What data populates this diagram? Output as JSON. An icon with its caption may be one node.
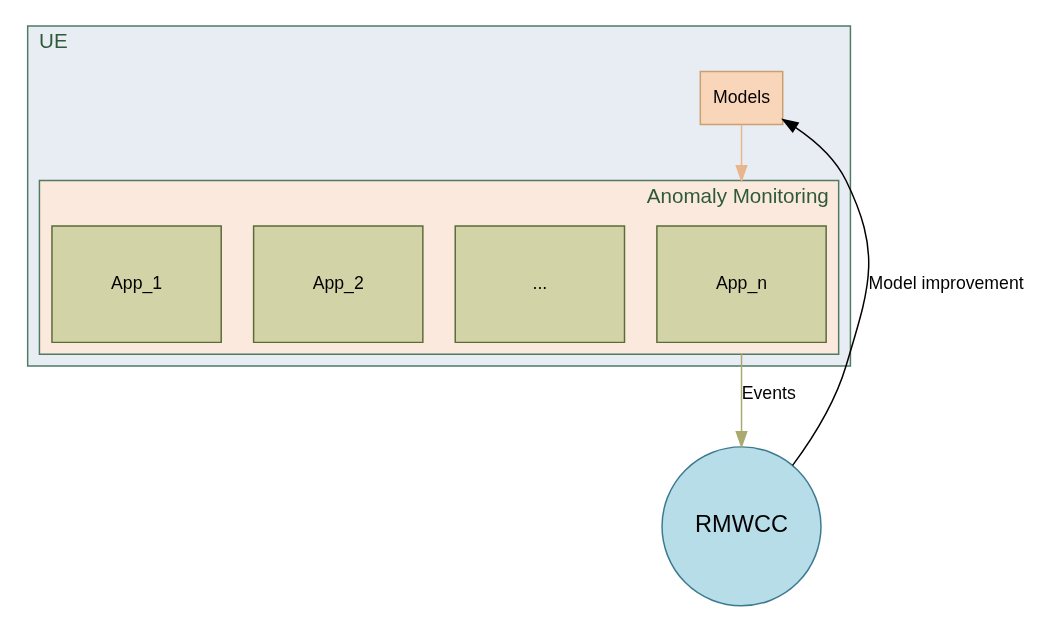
{
  "diagram": {
    "nodes": [
      {
        "text": [
          "UE"
        ]
      },
      {
        "text": [
          "Models"
        ],
        "in": 0
      },
      {
        "text": [
          "Anomaly Monitoring"
        ],
        "in": 0
      },
      {
        "text": [
          "App_n"
        ],
        "in": 2
      },
      {
        "text": [
          "..."
        ],
        "in": 2
      },
      {
        "text": [
          "App_2"
        ],
        "in": 2
      },
      {
        "text": [
          "App_1"
        ],
        "in": 2
      },
      {
        "text": [
          "RMWCC"
        ]
      }
    ],
    "edges": [
      {
        "from": 1,
        "to": 2,
        "arrow": "to",
        "color": "#e8b58c"
      },
      {
        "from": 2,
        "to": 7,
        "arrow": "to",
        "label": "Events",
        "color": "#a9a970"
      },
      {
        "from": 7,
        "to": 1,
        "arrow": "to",
        "label": "Model improvement",
        "color": "#000000"
      }
    ]
  }
}
